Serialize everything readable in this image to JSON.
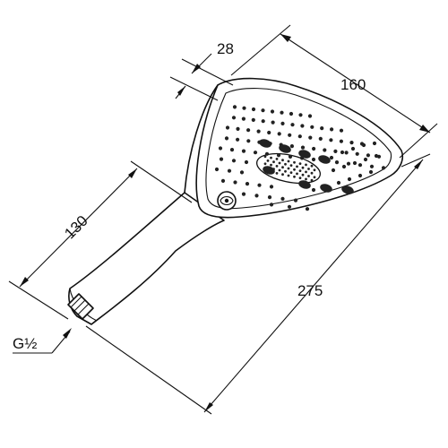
{
  "dimensions": {
    "thickness": "28",
    "head_width": "160",
    "handle_length": "130",
    "overall_length": "275",
    "thread": "G½"
  }
}
